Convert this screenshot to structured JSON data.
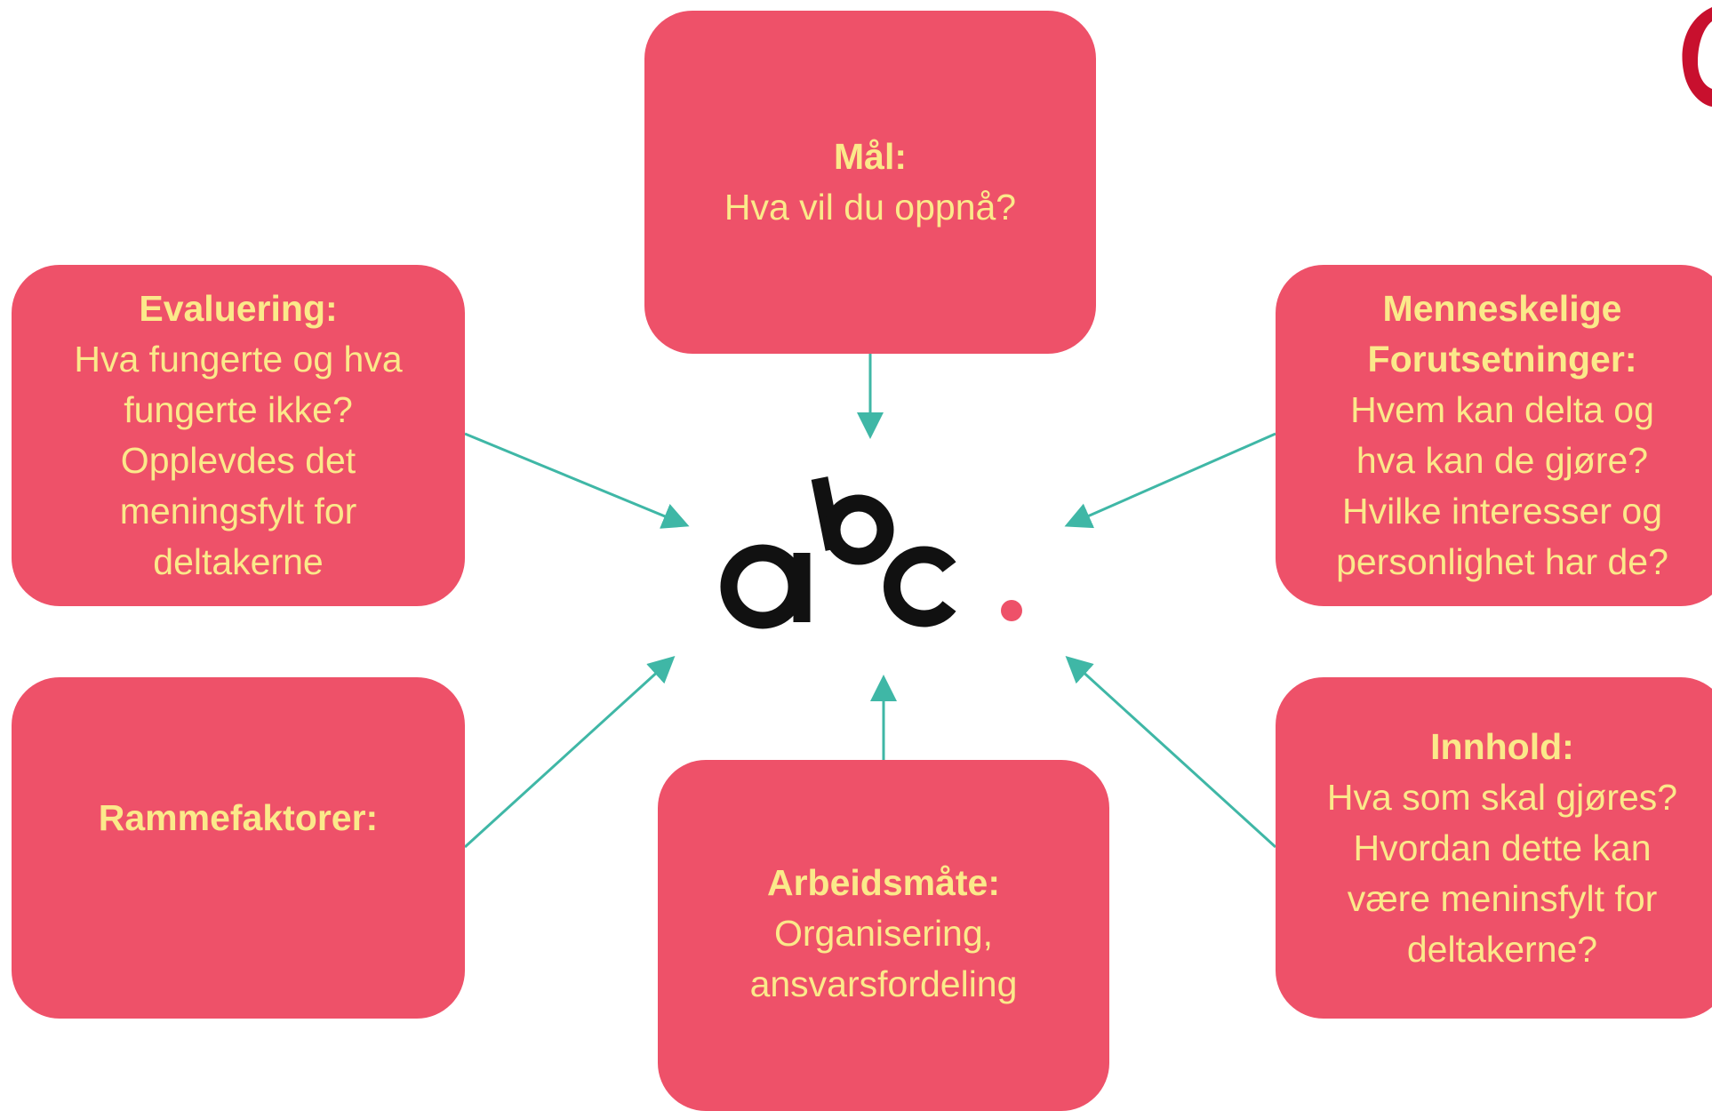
{
  "center": {
    "logo_text": "abc"
  },
  "nodes": {
    "mal": {
      "title": "Mål:",
      "desc": "Hva vil du oppnå?"
    },
    "evaluering": {
      "title": "Evaluering:",
      "desc": "Hva fungerte og hva\nfungerte ikke?\nOpplevdes det\nmeningsfylt for\ndeltakerne"
    },
    "menneskelige": {
      "title": "Menneskelige\nForutsetninger:",
      "desc": "Hvem kan delta og\nhva kan de gjøre?\nHvilke interesser og\npersonlighet har de?"
    },
    "rammefaktorer": {
      "title": "Rammefaktorer:",
      "desc": ""
    },
    "arbeidsmate": {
      "title": "Arbeidsmåte:",
      "desc": "Organisering,\nansvarsfordeling"
    },
    "innhold": {
      "title": "Innhold:",
      "desc": "Hva som skal gjøres?\nHvordan dette kan\nvære meninsfylt for\ndeltakerne?"
    }
  },
  "colors": {
    "box_fill": "#ee5169",
    "box_text": "#fbe98a",
    "arrow": "#3fb7a6",
    "logo_text": "#111111",
    "logo_dot": "#ee5169",
    "corner_mark": "#c8102e"
  },
  "icons": {
    "corner": "red-swirl-logo-icon"
  }
}
